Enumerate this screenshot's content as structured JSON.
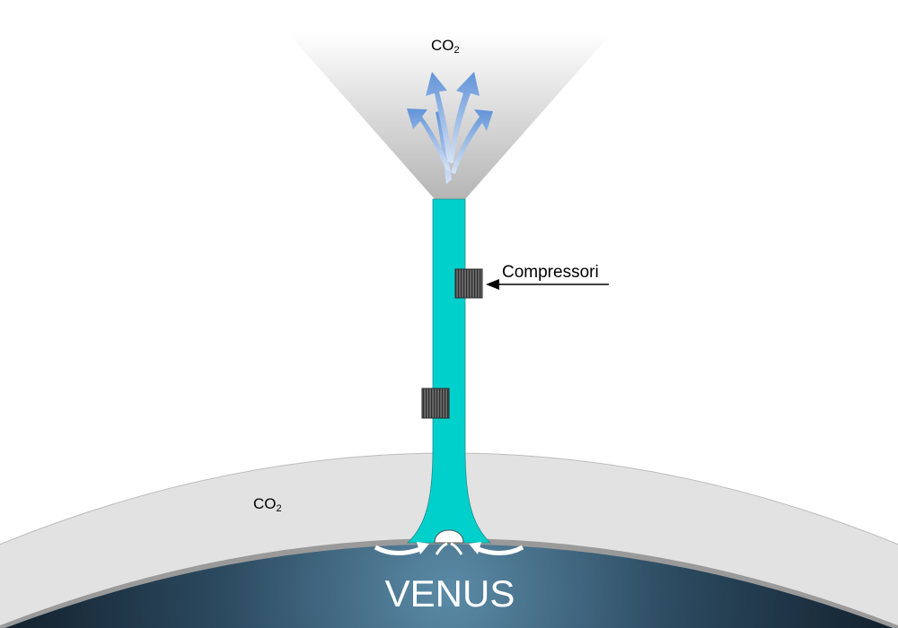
{
  "labels": {
    "top_gas": "CO",
    "top_gas_sub": "2",
    "atmosphere_gas": "CO",
    "atmosphere_gas_sub": "2",
    "compressor_label": "Compressori",
    "planet": "VENUS"
  },
  "colors": {
    "tube": "#00d0cc",
    "atmosphere": "#e3e3e3",
    "funnel_top": "#ffffff",
    "funnel_bottom": "#b8b8b8",
    "planet_light": "#5a8aa6",
    "planet_dark": "#0d1822",
    "arrows": "#6f9fd9",
    "compressor": "#5a5a5a"
  },
  "icons": {
    "outflow": "arrows-spread-up-icon",
    "inflow": "curved-arrows-inward-icon",
    "pointer": "arrow-left-icon"
  }
}
